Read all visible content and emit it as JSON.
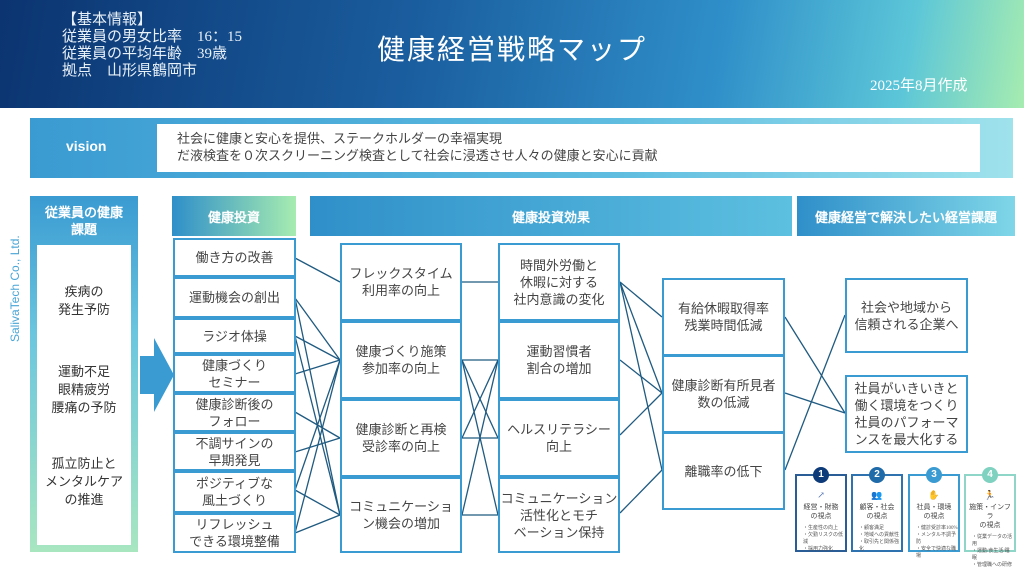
{
  "header": {
    "info": [
      "【基本情報】",
      "従業員の男女比率　16：15",
      "従業員の平均年齢　39歳",
      "拠点　山形県鶴岡市"
    ],
    "title": "健康経営戦略マップ",
    "date": "2025年8月作成"
  },
  "vision": {
    "label": "vision",
    "lines": [
      "社会に健康と安心を提供、ステークホルダーの幸福実現",
      "だ液検査を０次スクリーニング検査として社会に浸透させ人々の健康と安心に貢献"
    ]
  },
  "company": "SalivaTech Co., Ltd.",
  "issues": {
    "header": "従業員の健康課題",
    "items": [
      "疾病の\n発生予防",
      "運動不足\n眼精疲労\n腰痛の予防",
      "孤立防止と\nメンタルケア\nの推進"
    ]
  },
  "headers": {
    "investment": "健康投資",
    "effects": "健康投資効果",
    "goals": "健康経営で解決したい経営課題"
  },
  "investment": [
    "働き方の改善",
    "運動機会の創出",
    "ラジオ体操",
    "健康づくり\nセミナー",
    "健康診断後の\nフォロー",
    "不調サインの\n早期発見",
    "ポジティブな\n風土づくり",
    "リフレッシュ\nできる環境整備"
  ],
  "effects1": [
    "フレックスタイム\n利用率の向上",
    "健康づくり施策\n参加率の向上",
    "健康診断と再検\n受診率の向上",
    "コミュニケーショ\nン機会の増加"
  ],
  "effects2": [
    "時間外労働と\n休暇に対する\n社内意識の変化",
    "運動習慣者\n割合の増加",
    "ヘルスリテラシー\n向上",
    "コミュニケーション\n活性化とモチ\nベーション保持"
  ],
  "effects3": [
    "有給休暇取得率\n残業時間低減",
    "健康診断有所見者\n数の低減",
    "離職率の低下"
  ],
  "goals": [
    "社会や地域から\n信頼される企業へ",
    "社員がいきいきと\n働く環境をつくり\n社員のパフォーマ\nンスを最大化する"
  ],
  "cards": [
    {
      "num": "1",
      "title": "経営・財務\nの視点",
      "items": [
        "・生産性の向上",
        "・欠勤リスクの低減",
        "・採用力強化"
      ],
      "color": "#0d3a78",
      "icon": "chart-icon"
    },
    {
      "num": "2",
      "title": "顧客・社会\nの視点",
      "items": [
        "・顧客満足",
        "・地域への貢献性",
        "・取引先と関係強化"
      ],
      "color": "#1f6aa8",
      "icon": "people-icon"
    },
    {
      "num": "3",
      "title": "社員・環境\nの視点",
      "items": [
        "・健診受診率100%",
        "・メンタル不調予防",
        "・安全で快適な職場"
      ],
      "color": "#3a9bd2",
      "icon": "employee-icon"
    },
    {
      "num": "4",
      "title": "施策・インフラ\nの視点",
      "items": [
        "・従業データの活用",
        "・運動/食生活/睡眠",
        "・管理職への研修"
      ],
      "color": "#7fd1c0",
      "icon": "runner-icon"
    }
  ]
}
